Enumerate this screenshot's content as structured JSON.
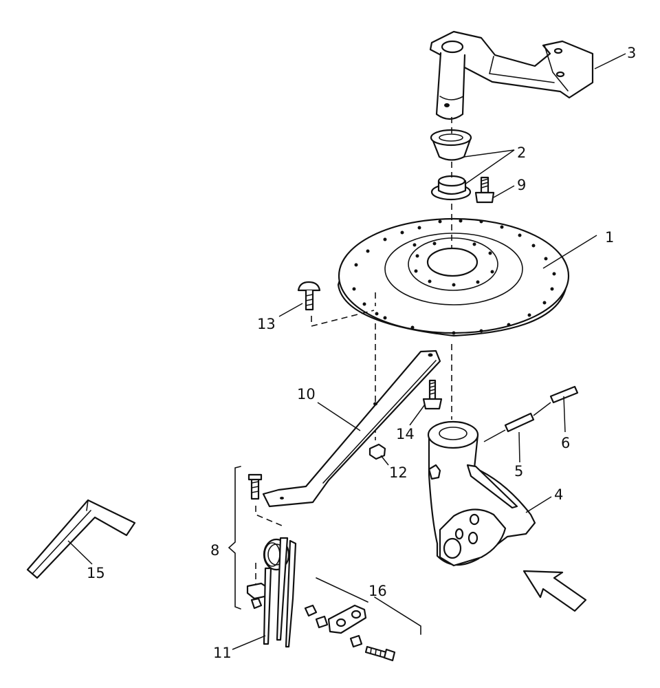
{
  "diagram": {
    "callouts": [
      {
        "id": "1",
        "text": "1"
      },
      {
        "id": "2",
        "text": "2"
      },
      {
        "id": "3",
        "text": "3"
      },
      {
        "id": "4",
        "text": "4"
      },
      {
        "id": "5",
        "text": "5"
      },
      {
        "id": "6",
        "text": "6"
      },
      {
        "id": "8",
        "text": "8"
      },
      {
        "id": "9",
        "text": "9"
      },
      {
        "id": "10",
        "text": "10"
      },
      {
        "id": "11",
        "text": "11"
      },
      {
        "id": "12",
        "text": "12"
      },
      {
        "id": "13",
        "text": "13"
      },
      {
        "id": "14",
        "text": "14"
      },
      {
        "id": "15",
        "text": "15"
      },
      {
        "id": "16",
        "text": "16"
      }
    ],
    "parts": [
      {
        "id": "1",
        "name": "disc-plate"
      },
      {
        "id": "2",
        "name": "bushings"
      },
      {
        "id": "3",
        "name": "bracket-with-pin"
      },
      {
        "id": "4",
        "name": "elbow-housing"
      },
      {
        "id": "5",
        "name": "pin"
      },
      {
        "id": "6",
        "name": "pin"
      },
      {
        "id": "8",
        "name": "spring-tine-assembly"
      },
      {
        "id": "9",
        "name": "bolt"
      },
      {
        "id": "10",
        "name": "support-arm"
      },
      {
        "id": "11",
        "name": "spring-tine"
      },
      {
        "id": "12",
        "name": "nut"
      },
      {
        "id": "13",
        "name": "carriage-bolt"
      },
      {
        "id": "14",
        "name": "bolt"
      },
      {
        "id": "15",
        "name": "angle-profile"
      },
      {
        "id": "16",
        "name": "clamp-assembly"
      }
    ],
    "direction_arrow": "arrow-icon"
  }
}
